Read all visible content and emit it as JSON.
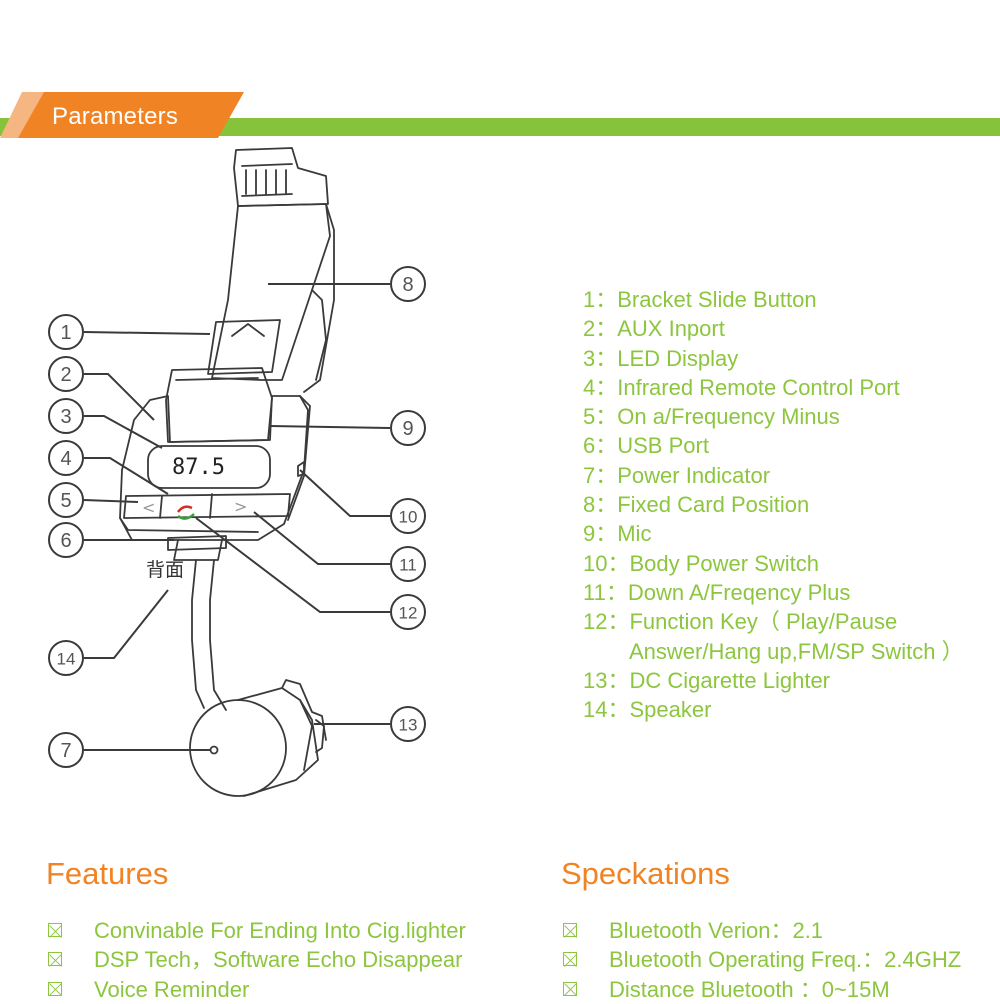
{
  "header": {
    "tab_label": "Parameters"
  },
  "diagram": {
    "display_reading": "87.5",
    "back_label": "背面",
    "left_arrow": "<",
    "right_arrow": ">",
    "callouts": [
      "1",
      "2",
      "3",
      "4",
      "5",
      "6",
      "7",
      "8",
      "9",
      "10",
      "11",
      "12",
      "13",
      "14"
    ]
  },
  "parameters": {
    "items": [
      "1：Bracket Slide Button",
      "2：AUX Inport",
      "3：LED Display",
      "4：Infrared Remote Control Port",
      "5：On a/Frequency Minus",
      "6：USB Port",
      "7：Power Indicator",
      "8：Fixed Card Position",
      "9：Mic",
      "10：Body Power Switch",
      "11：Down A/Freqency Plus",
      "12：Function Key（ Play/Pause",
      "Answer/Hang up,FM/SP Switch ）",
      "13：DC Cigarette Lighter",
      "14：Speaker"
    ]
  },
  "features": {
    "title": "Features",
    "items": [
      "Convinable For Ending Into Cig.lighter",
      "DSP Tech，Software Echo Disappear",
      "Voice Reminder"
    ]
  },
  "specifications": {
    "title": "Speckations",
    "items": [
      "Bluetooth Verion：2.1",
      "Bluetooth Operating Freq.：2.4GHZ",
      "Distance Bluetooth ：0~15M"
    ]
  },
  "colors": {
    "accent_green": "#8cc63f",
    "accent_orange": "#f08424",
    "header_bar": "#86c33a"
  }
}
